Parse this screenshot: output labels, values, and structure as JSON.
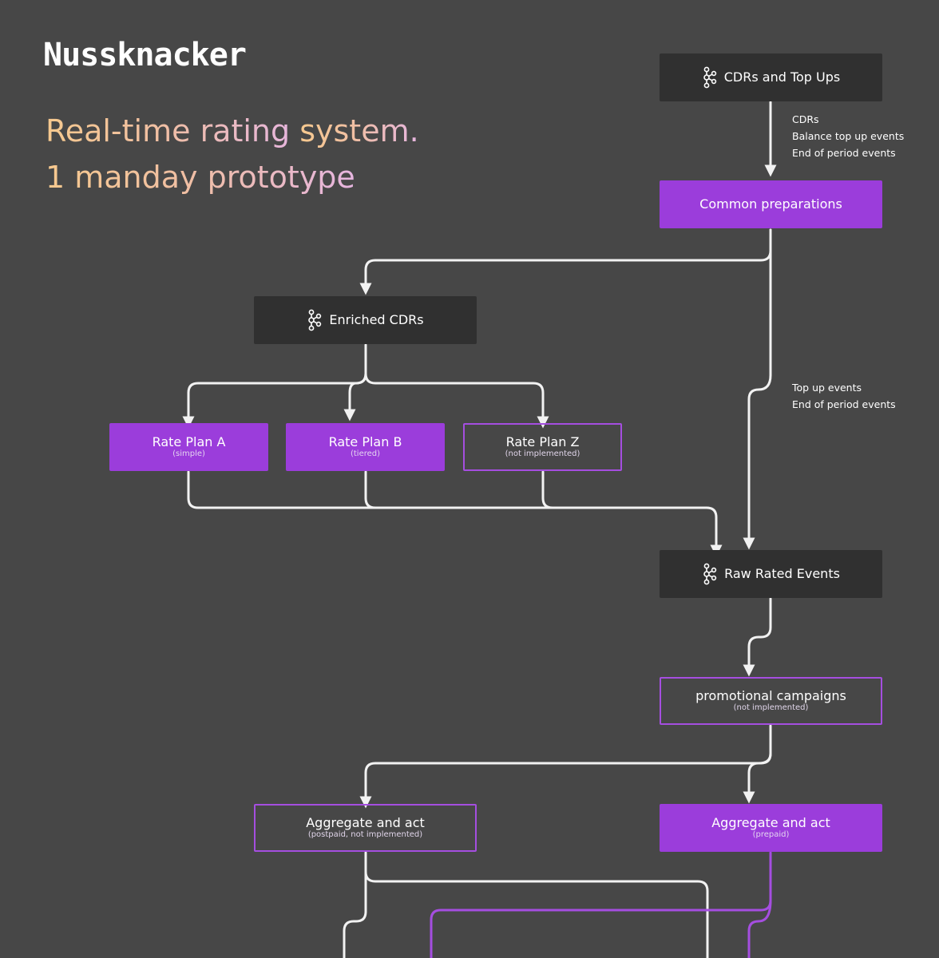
{
  "logo": "Nussknacker",
  "headline": {
    "line1_a": "Real-time rating ",
    "line1_b": "system.",
    "line2": "1 manday prototype"
  },
  "colors": {
    "background": "#474747",
    "dark_node": "#303030",
    "accent_purple": "#9b3ddb",
    "edge_white": "#f2f2f2"
  },
  "nodes": {
    "cdrs_topups": {
      "label": "CDRs and Top Ups",
      "icon": "kafka-icon"
    },
    "common_prep": {
      "label": "Common preparations"
    },
    "enriched_cdrs": {
      "label": "Enriched CDRs",
      "icon": "kafka-icon"
    },
    "rate_plan_a": {
      "label": "Rate Plan A",
      "sub": "(simple)"
    },
    "rate_plan_b": {
      "label": "Rate Plan B",
      "sub": "(tiered)"
    },
    "rate_plan_z": {
      "label": "Rate Plan Z",
      "sub": "(not implemented)"
    },
    "raw_rated": {
      "label": "Raw Rated Events",
      "icon": "kafka-icon"
    },
    "promo": {
      "label": "promotional campaigns",
      "sub": "(not implemented)"
    },
    "agg_postpaid": {
      "label": "Aggregate and act",
      "sub": "(postpaid, not implemented)"
    },
    "agg_prepaid": {
      "label": "Aggregate and act",
      "sub": "(prepaid)"
    }
  },
  "edge_labels": {
    "to_common": [
      "CDRs",
      "Balance top up events",
      "End of period events"
    ],
    "to_raw": [
      "Top up events",
      "End of period events"
    ]
  }
}
